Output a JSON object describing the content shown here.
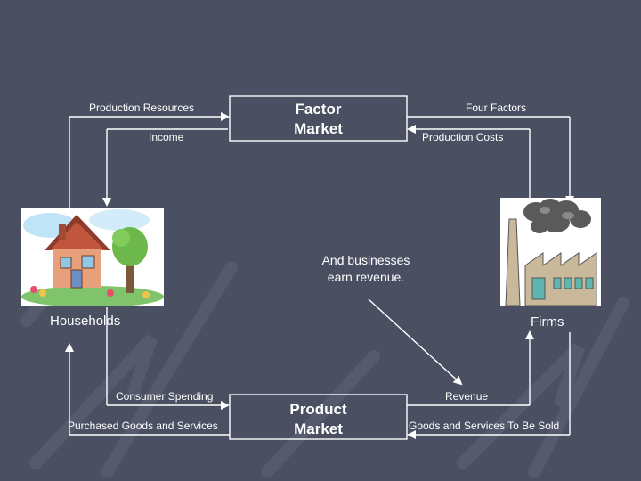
{
  "factor_market": {
    "title_line1": "Factor",
    "title_line2": "Market",
    "left_top": "Production Resources",
    "left_bottom": "Income",
    "right_top": "Four Factors",
    "right_bottom": "Production Costs"
  },
  "product_market": {
    "title_line1": "Product",
    "title_line2": "Market",
    "left_top": "Consumer Spending",
    "left_bottom": "Purchased Goods and Services",
    "right_top": "Revenue",
    "right_bottom": "Goods and Services To Be Sold"
  },
  "households_label": "Households",
  "firms_label": "Firms",
  "note": {
    "line1": "And businesses",
    "line2": "earn revenue."
  },
  "colors": {
    "background": "#4a5062",
    "lines": "#ffffff",
    "text": "#ffffff"
  }
}
